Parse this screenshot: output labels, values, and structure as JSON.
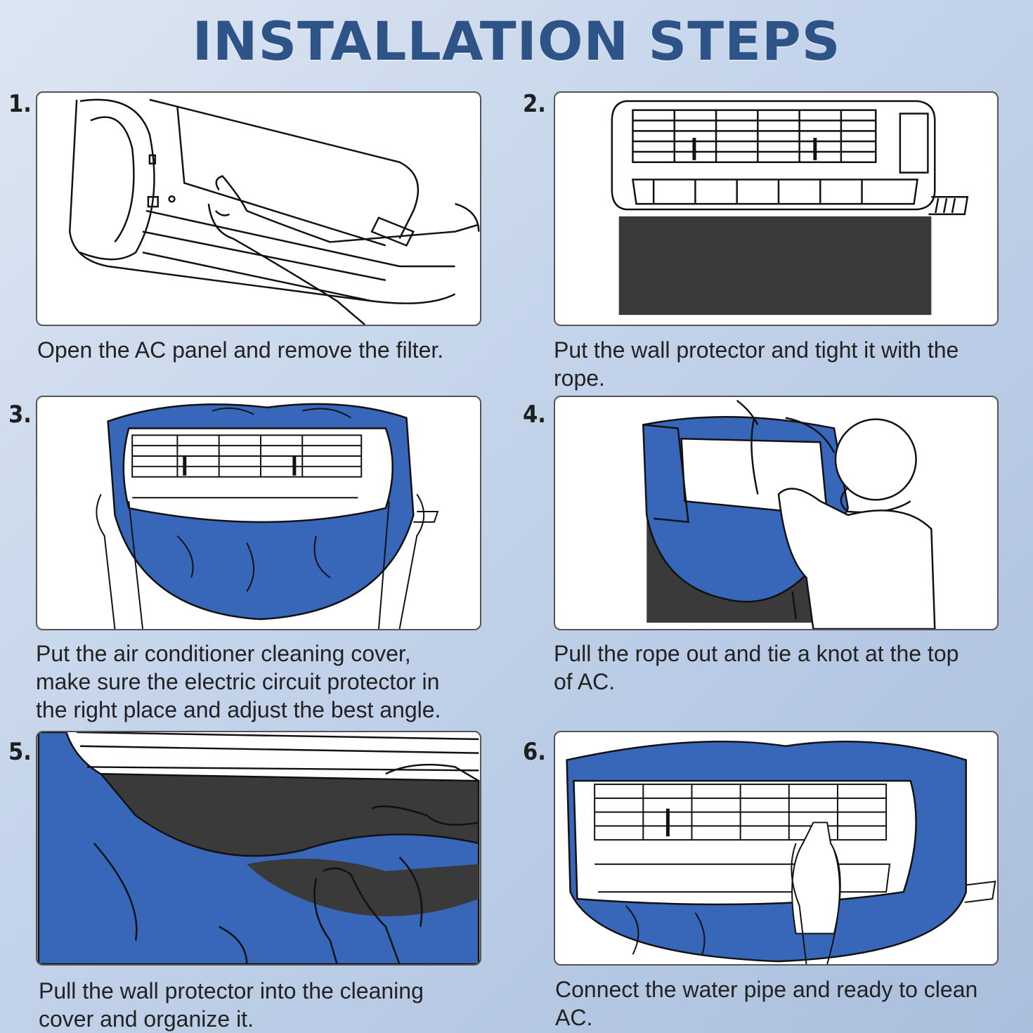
{
  "title": "INSTALLATION STEPS",
  "colors": {
    "title": "#2e5386",
    "cover": "#3866b8",
    "protector": "#3a3a3a",
    "background": "#c3d3ea"
  },
  "steps": [
    {
      "number": "1.",
      "caption": "Open the AC panel and remove the filter.",
      "illustration": "hand-opening-ac-panel"
    },
    {
      "number": "2.",
      "caption": "Put the wall protector and tight it with the\nrope.",
      "illustration": "ac-with-wall-protector"
    },
    {
      "number": "3.",
      "caption": "Put the air conditioner cleaning cover,\nmake sure the electric circuit protector in\nthe right place and adjust the best angle.",
      "illustration": "hands-fitting-cleaning-cover"
    },
    {
      "number": "4.",
      "caption": "Pull the rope out and tie a knot at the top\nof AC.",
      "illustration": "man-tying-rope"
    },
    {
      "number": "5.",
      "caption": "Pull the wall protector into the cleaning\ncover and organize it.",
      "illustration": "hands-tucking-protector"
    },
    {
      "number": "6.",
      "caption": "Connect the water pipe and ready to clean\nAC.",
      "illustration": "spray-bottle-cleaning-ac"
    }
  ]
}
